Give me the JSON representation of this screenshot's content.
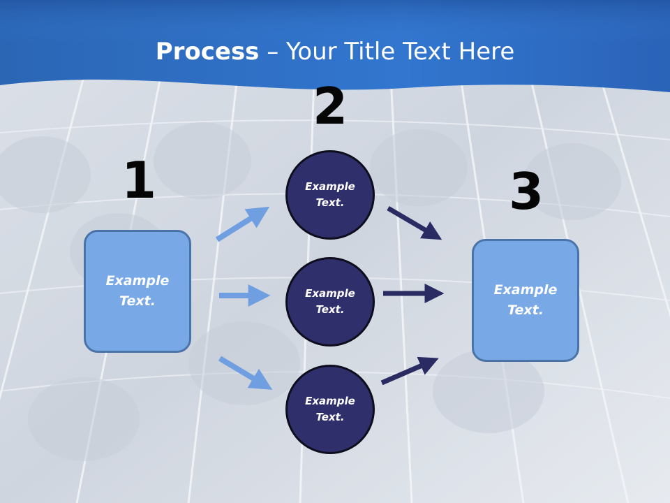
{
  "title": {
    "bold": "Process",
    "rest": " – Your Title Text Here"
  },
  "steps": [
    {
      "number": "1",
      "label": "Example Text."
    },
    {
      "number": "2",
      "items": [
        "Example Text.",
        "Example Text.",
        "Example Text."
      ]
    },
    {
      "number": "3",
      "label": "Example Text."
    }
  ],
  "colors": {
    "banner": "#2f6fc0",
    "box_fill": "#78a8e6",
    "circle_fill": "#2f2f6b",
    "light_arrow": "#6f9fe0",
    "dark_arrow": "#2b2b64"
  }
}
